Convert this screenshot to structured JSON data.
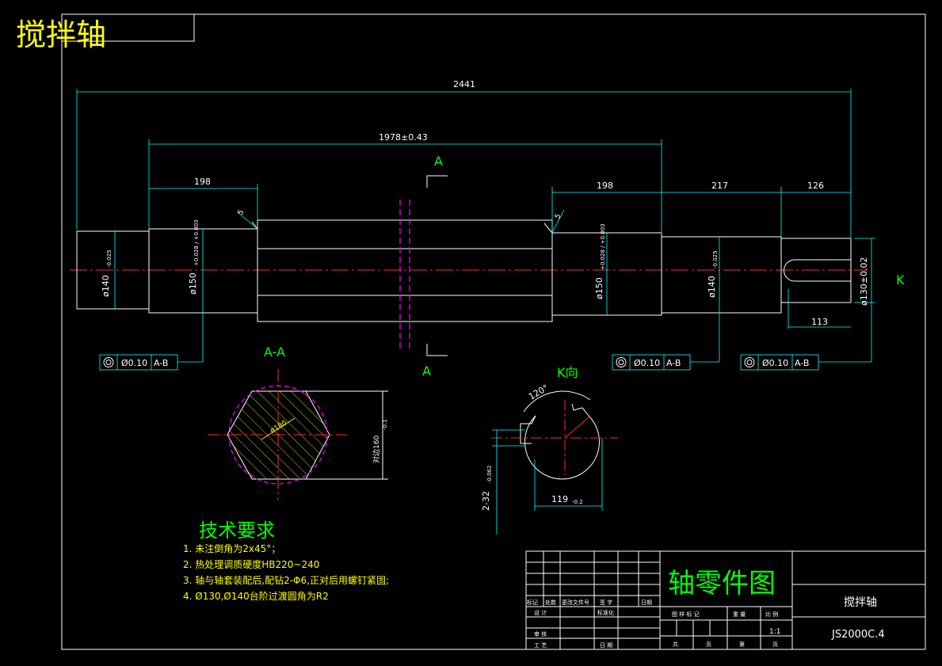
{
  "drawing_title": "搅拌轴",
  "dimensions": {
    "overall_length": "2441",
    "span_length": "1978±0.43",
    "left_journal_length": "198",
    "right_journal_length": "198",
    "middle_length": "217",
    "end_length": "126",
    "keyway_length": "113",
    "dia_left_end": "ø140",
    "dia_left_end_tol": "-0.025",
    "dia_left_journal": "ø150",
    "dia_left_journal_tol": "+0.028 / +0.003",
    "dia_right_journal": "ø150",
    "dia_right_journal_tol": "+0.028 / +0.003",
    "dia_right_mid": "ø140",
    "dia_right_mid_tol": "-0.025",
    "dia_right_end": "ø130±0.02",
    "chamfer_left": "5",
    "chamfer_right": "5"
  },
  "tolerance_frames": [
    {
      "symbol": "◎",
      "value": "Ø0.10",
      "datum": "A-B"
    },
    {
      "symbol": "◎",
      "value": "Ø0.10",
      "datum": "A-B"
    },
    {
      "symbol": "◎",
      "value": "Ø0.10",
      "datum": "A-B"
    }
  ],
  "section_marks": {
    "section_letter": "A",
    "view_letter": "K"
  },
  "section_aa": {
    "label": "A-A",
    "circle_dia": "ø180",
    "across_flats": "对边160",
    "across_flats_tol": "-0.1"
  },
  "view_k": {
    "label": "K向",
    "angle": "120°",
    "keyway_width": "2-32",
    "keyway_width_tol": "-0.062",
    "keyway_depth": "119",
    "keyway_depth_tol": "-0.2"
  },
  "tech_requirements": {
    "title": "技术要求",
    "items": [
      "1. 未注倒角为2x45°；",
      "2. 热处理调质硬度HB220~240",
      "3. 轴与轴套装配后,配钻2-Φ6,正对后用螺钉紧固;",
      "4. Ø130,Ø140台阶过渡圆角为R2"
    ]
  },
  "title_block": {
    "drawing_name": "轴零件图",
    "part_name": "搅拌轴",
    "drawing_number": "JS2000C.4",
    "scale": "1:1",
    "labels": {
      "mark": "标记",
      "count": "处数",
      "change_doc": "更改文件号",
      "signature": "签 字",
      "date": "日期",
      "design": "设 计",
      "standardize": "标准化",
      "review": "审 核",
      "process": "工 艺",
      "date2": "日 期",
      "stage_mark": "图 样 标 记",
      "weight": "重 量",
      "ratio": "比 例",
      "total": "共",
      "page": "页",
      "sheet": "第",
      "page2": "页"
    }
  }
}
